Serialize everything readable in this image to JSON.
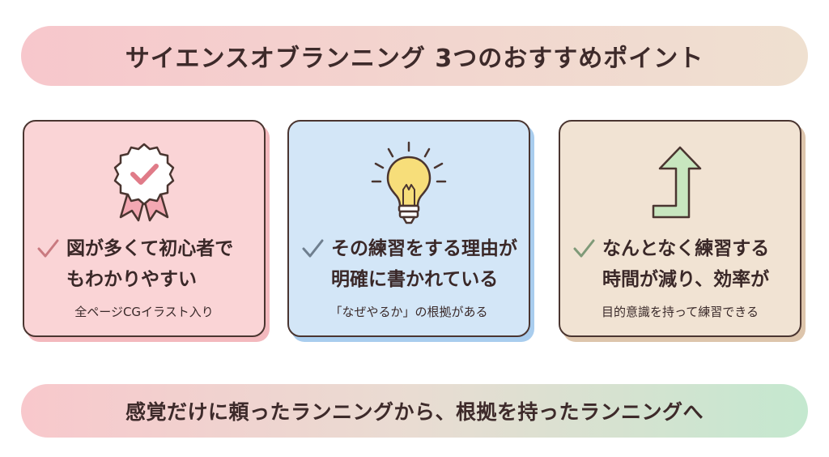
{
  "header": {
    "title": "サイエンスオブランニング  3つのおすすめポイント"
  },
  "cards": [
    {
      "icon": "award-ribbon-icon",
      "heading_line1": "図が多くて初心者で",
      "heading_line2": "もわかりやすい",
      "subtext": "全ページCGイラスト入り"
    },
    {
      "icon": "lightbulb-icon",
      "heading_line1": "その練習をする理由が",
      "heading_line2": "明確に書かれている",
      "subtext": "「なぜやるか」の根拠がある"
    },
    {
      "icon": "arrow-up-icon",
      "heading_line1": "なんとなく練習する",
      "heading_line2": "時間が減り、効率が",
      "subtext": "目的意識を持って練習できる"
    }
  ],
  "footer": {
    "text": "感覚だけに頼ったランニングから、根拠を持ったランニングへ"
  },
  "colors": {
    "card_pink": "#fad4d6",
    "card_blue": "#d3e6f7",
    "card_beige": "#f1e3d3",
    "border": "#4a3530",
    "check": "#c97a80"
  }
}
